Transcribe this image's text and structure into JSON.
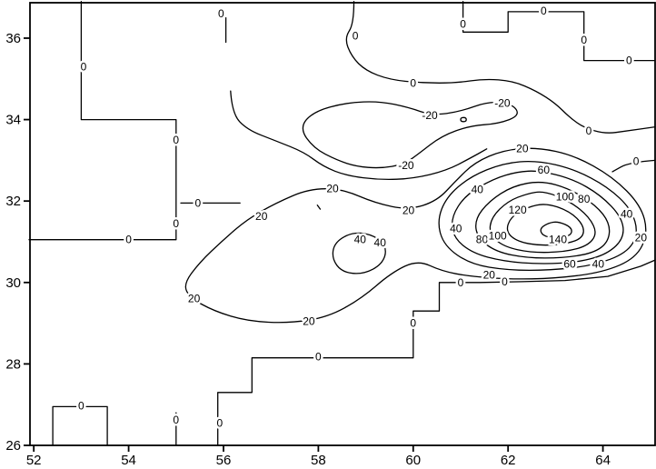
{
  "chart_data": {
    "type": "contour",
    "title": "",
    "xlabel": "",
    "ylabel": "",
    "x_ticks": [
      "52",
      "54",
      "56",
      "58",
      "60",
      "62",
      "64"
    ],
    "x_tick_values": [
      52,
      54,
      56,
      58,
      60,
      62,
      64
    ],
    "y_ticks": [
      "36",
      "34",
      "32",
      "30",
      "28",
      "26"
    ],
    "y_tick_values": [
      36,
      34,
      32,
      30,
      28,
      26
    ],
    "x_range": [
      51.92,
      65.1
    ],
    "y_range": [
      26,
      36.87
    ],
    "levels": [
      -20,
      0,
      20,
      40,
      60,
      80,
      100,
      120,
      140
    ],
    "contour_interval": 20,
    "peak_value": 140,
    "peak_location": [
      63.0,
      31.3
    ],
    "contours": [
      {
        "level": 0,
        "closed": false,
        "smooth": false,
        "points": [
          [
            53.0,
            36.9
          ],
          [
            53.0,
            34.0
          ],
          [
            55.0,
            34.0
          ],
          [
            55.0,
            31.05
          ],
          [
            51.9,
            31.05
          ]
        ]
      },
      {
        "level": 0,
        "closed": false,
        "smooth": false,
        "points": [
          [
            55.1,
            31.95
          ],
          [
            56.35,
            31.95
          ]
        ]
      },
      {
        "level": 0,
        "closed": false,
        "smooth": false,
        "points": [
          [
            56.05,
            36.5
          ],
          [
            56.05,
            35.9
          ]
        ]
      },
      {
        "level": 0,
        "closed": false,
        "smooth": true,
        "points": [
          [
            58.75,
            36.9
          ],
          [
            58.75,
            36.35
          ],
          [
            58.55,
            36.0
          ],
          [
            58.7,
            35.55
          ],
          [
            59.0,
            35.2
          ],
          [
            59.5,
            34.98
          ],
          [
            60.2,
            34.9
          ],
          [
            60.9,
            34.9
          ],
          [
            61.5,
            35.0
          ],
          [
            62.1,
            34.95
          ],
          [
            62.6,
            34.7
          ],
          [
            63.0,
            34.4
          ],
          [
            63.3,
            34.05
          ],
          [
            63.6,
            33.8
          ],
          [
            64.05,
            33.65
          ],
          [
            64.5,
            33.72
          ],
          [
            65.1,
            33.82
          ]
        ]
      },
      {
        "level": 0,
        "closed": false,
        "smooth": false,
        "points": [
          [
            61.05,
            36.9
          ],
          [
            61.05,
            36.15
          ],
          [
            62.0,
            36.15
          ],
          [
            62.0,
            36.65
          ],
          [
            63.6,
            36.65
          ],
          [
            63.6,
            35.45
          ],
          [
            65.1,
            35.45
          ]
        ]
      },
      {
        "level": 0,
        "closed": false,
        "smooth": true,
        "points": [
          [
            65.1,
            33.0
          ],
          [
            64.55,
            32.95
          ],
          [
            64.2,
            32.72
          ]
        ]
      },
      {
        "level": 0,
        "closed": false,
        "smooth": true,
        "points": [
          [
            56.15,
            34.7
          ],
          [
            56.18,
            34.15
          ],
          [
            56.5,
            33.75
          ],
          [
            57.1,
            33.48
          ],
          [
            57.7,
            33.2
          ],
          [
            58.1,
            32.85
          ],
          [
            58.6,
            32.62
          ],
          [
            59.3,
            32.52
          ],
          [
            60.0,
            32.55
          ],
          [
            60.7,
            32.75
          ],
          [
            61.2,
            33.05
          ],
          [
            61.55,
            33.28
          ]
        ]
      },
      {
        "level": 0,
        "closed": false,
        "smooth": false,
        "points": [
          [
            55.88,
            26.0
          ],
          [
            55.88,
            27.3
          ],
          [
            56.6,
            27.3
          ],
          [
            56.6,
            28.15
          ],
          [
            60.0,
            28.15
          ],
          [
            60.0,
            29.3
          ],
          [
            60.55,
            29.3
          ],
          [
            60.55,
            30.0
          ],
          [
            61.4,
            30.0
          ],
          [
            62.3,
            30.02
          ],
          [
            63.2,
            30.05
          ],
          [
            64.1,
            30.15
          ],
          [
            64.8,
            30.4
          ],
          [
            65.1,
            30.55
          ]
        ]
      },
      {
        "level": 0,
        "closed": false,
        "smooth": false,
        "points": [
          [
            52.4,
            26.0
          ],
          [
            52.4,
            26.95
          ],
          [
            53.55,
            26.95
          ],
          [
            53.55,
            26.0
          ]
        ]
      },
      {
        "level": 0,
        "closed": false,
        "smooth": false,
        "points": [
          [
            55.0,
            26.0
          ],
          [
            55.0,
            26.8
          ]
        ]
      },
      {
        "level": -20,
        "closed": true,
        "smooth": true,
        "points": [
          [
            58.4,
            33.0
          ],
          [
            57.9,
            33.3
          ],
          [
            57.6,
            33.8
          ],
          [
            57.9,
            34.2
          ],
          [
            58.6,
            34.42
          ],
          [
            59.3,
            34.45
          ],
          [
            59.9,
            34.3
          ],
          [
            60.4,
            34.1
          ],
          [
            61.0,
            34.2
          ],
          [
            61.6,
            34.45
          ],
          [
            62.1,
            34.38
          ],
          [
            62.25,
            34.1
          ],
          [
            61.8,
            33.9
          ],
          [
            61.2,
            33.85
          ],
          [
            60.6,
            33.6
          ],
          [
            60.1,
            33.15
          ],
          [
            59.8,
            32.9
          ],
          [
            59.3,
            32.8
          ],
          [
            58.8,
            32.85
          ]
        ]
      },
      {
        "level": -20,
        "closed": true,
        "smooth": true,
        "points": [
          [
            61.0,
            34.05
          ],
          [
            61.12,
            34.05
          ],
          [
            61.12,
            33.95
          ],
          [
            61.0,
            33.95
          ]
        ]
      },
      {
        "level": 20,
        "closed": true,
        "smooth": true,
        "points": [
          [
            56.5,
            31.55
          ],
          [
            57.1,
            31.95
          ],
          [
            57.8,
            32.3
          ],
          [
            58.5,
            32.3
          ],
          [
            59.2,
            31.95
          ],
          [
            59.9,
            31.78
          ],
          [
            60.5,
            32.0
          ],
          [
            60.9,
            32.5
          ],
          [
            61.3,
            32.95
          ],
          [
            61.9,
            33.25
          ],
          [
            62.6,
            33.32
          ],
          [
            63.4,
            33.12
          ],
          [
            64.2,
            32.6
          ],
          [
            64.8,
            31.9
          ],
          [
            64.95,
            31.2
          ],
          [
            64.7,
            30.6
          ],
          [
            64.0,
            30.25
          ],
          [
            63.0,
            30.1
          ],
          [
            62.0,
            30.08
          ],
          [
            61.2,
            30.15
          ],
          [
            60.6,
            30.28
          ],
          [
            60.1,
            30.55
          ],
          [
            59.55,
            30.25
          ],
          [
            58.9,
            29.6
          ],
          [
            58.2,
            29.15
          ],
          [
            57.4,
            29.0
          ],
          [
            56.5,
            29.05
          ],
          [
            55.8,
            29.3
          ],
          [
            55.3,
            29.62
          ],
          [
            55.15,
            29.95
          ],
          [
            55.5,
            30.5
          ],
          [
            56.0,
            31.05
          ]
        ]
      },
      {
        "level": 20,
        "closed": false,
        "smooth": false,
        "points": [
          [
            57.98,
            31.9
          ],
          [
            58.04,
            31.8
          ]
        ]
      },
      {
        "level": 40,
        "closed": true,
        "smooth": true,
        "points": [
          [
            58.75,
            31.25
          ],
          [
            59.2,
            31.15
          ],
          [
            59.45,
            30.85
          ],
          [
            59.35,
            30.45
          ],
          [
            58.95,
            30.2
          ],
          [
            58.5,
            30.25
          ],
          [
            58.28,
            30.6
          ],
          [
            58.35,
            31.0
          ]
        ]
      },
      {
        "level": 40,
        "closed": true,
        "smooth": true,
        "points": [
          [
            62.6,
            33.0
          ],
          [
            63.4,
            32.78
          ],
          [
            64.1,
            32.35
          ],
          [
            64.6,
            31.8
          ],
          [
            64.75,
            31.2
          ],
          [
            64.5,
            30.72
          ],
          [
            63.8,
            30.42
          ],
          [
            62.9,
            30.3
          ],
          [
            62.0,
            30.3
          ],
          [
            61.2,
            30.45
          ],
          [
            60.65,
            30.9
          ],
          [
            60.5,
            31.5
          ],
          [
            60.7,
            32.1
          ],
          [
            61.2,
            32.6
          ],
          [
            61.9,
            32.93
          ]
        ]
      },
      {
        "level": 60,
        "closed": true,
        "smooth": true,
        "points": [
          [
            62.65,
            32.75
          ],
          [
            63.35,
            32.55
          ],
          [
            63.95,
            32.15
          ],
          [
            64.4,
            31.6
          ],
          [
            64.45,
            31.1
          ],
          [
            64.1,
            30.7
          ],
          [
            63.5,
            30.5
          ],
          [
            62.7,
            30.45
          ],
          [
            61.9,
            30.52
          ],
          [
            61.25,
            30.72
          ],
          [
            60.85,
            31.1
          ],
          [
            60.8,
            31.6
          ],
          [
            61.1,
            32.15
          ],
          [
            61.7,
            32.55
          ],
          [
            62.2,
            32.72
          ]
        ]
      },
      {
        "level": 80,
        "closed": true,
        "smooth": true,
        "points": [
          [
            62.7,
            32.5
          ],
          [
            63.3,
            32.3
          ],
          [
            63.85,
            31.9
          ],
          [
            64.15,
            31.45
          ],
          [
            64.12,
            31.0
          ],
          [
            63.8,
            30.72
          ],
          [
            63.15,
            30.6
          ],
          [
            62.4,
            30.6
          ],
          [
            61.75,
            30.75
          ],
          [
            61.35,
            31.1
          ],
          [
            61.3,
            31.55
          ],
          [
            61.6,
            32.0
          ],
          [
            62.1,
            32.37
          ]
        ]
      },
      {
        "level": 100,
        "closed": true,
        "smooth": true,
        "points": [
          [
            62.75,
            32.25
          ],
          [
            63.3,
            32.0
          ],
          [
            63.72,
            31.6
          ],
          [
            63.88,
            31.2
          ],
          [
            63.68,
            30.9
          ],
          [
            63.2,
            30.75
          ],
          [
            62.5,
            30.73
          ],
          [
            61.9,
            30.88
          ],
          [
            61.6,
            31.2
          ],
          [
            61.65,
            31.6
          ],
          [
            62.0,
            32.0
          ],
          [
            62.4,
            32.18
          ]
        ]
      },
      {
        "level": 120,
        "closed": true,
        "smooth": true,
        "points": [
          [
            62.8,
            31.95
          ],
          [
            63.3,
            31.75
          ],
          [
            63.6,
            31.4
          ],
          [
            63.58,
            31.1
          ],
          [
            63.25,
            30.95
          ],
          [
            62.7,
            30.9
          ],
          [
            62.2,
            31.0
          ],
          [
            61.95,
            31.25
          ],
          [
            62.05,
            31.6
          ],
          [
            62.4,
            31.85
          ]
        ]
      },
      {
        "level": 140,
        "closed": true,
        "smooth": true,
        "points": [
          [
            63.05,
            31.5
          ],
          [
            63.35,
            31.35
          ],
          [
            63.33,
            31.15
          ],
          [
            63.0,
            31.08
          ],
          [
            62.72,
            31.15
          ],
          [
            62.67,
            31.33
          ],
          [
            62.85,
            31.46
          ]
        ]
      }
    ],
    "labels": [
      {
        "text": "0",
        "x": 53.05,
        "y": 35.3
      },
      {
        "text": "0",
        "x": 55.0,
        "y": 33.5
      },
      {
        "text": "0",
        "x": 55.0,
        "y": 31.45
      },
      {
        "text": "0",
        "x": 54.0,
        "y": 31.05
      },
      {
        "text": "0",
        "x": 55.46,
        "y": 31.95
      },
      {
        "text": "0",
        "x": 55.95,
        "y": 36.6
      },
      {
        "text": "0",
        "x": 58.78,
        "y": 36.05
      },
      {
        "text": "0",
        "x": 60.0,
        "y": 34.9
      },
      {
        "text": "0",
        "x": 61.05,
        "y": 36.35
      },
      {
        "text": "0",
        "x": 62.75,
        "y": 36.67
      },
      {
        "text": "0",
        "x": 63.6,
        "y": 35.95
      },
      {
        "text": "0",
        "x": 64.55,
        "y": 35.45
      },
      {
        "text": "0",
        "x": 63.7,
        "y": 33.72
      },
      {
        "text": "0",
        "x": 64.7,
        "y": 32.97
      },
      {
        "text": "0",
        "x": 53.0,
        "y": 26.97
      },
      {
        "text": "0",
        "x": 55.0,
        "y": 26.62
      },
      {
        "text": "0",
        "x": 55.92,
        "y": 26.55
      },
      {
        "text": "0",
        "x": 58.0,
        "y": 28.18
      },
      {
        "text": "0",
        "x": 60.0,
        "y": 29.0
      },
      {
        "text": "0",
        "x": 61.0,
        "y": 30.0
      },
      {
        "text": "0",
        "x": 61.93,
        "y": 30.02
      },
      {
        "text": "-20",
        "x": 60.35,
        "y": 34.1
      },
      {
        "text": "-20",
        "x": 61.88,
        "y": 34.4
      },
      {
        "text": "-20",
        "x": 59.85,
        "y": 32.88
      },
      {
        "text": "20",
        "x": 56.8,
        "y": 31.62
      },
      {
        "text": "20",
        "x": 58.3,
        "y": 32.3
      },
      {
        "text": "20",
        "x": 59.9,
        "y": 31.77
      },
      {
        "text": "20",
        "x": 55.38,
        "y": 29.6
      },
      {
        "text": "20",
        "x": 57.8,
        "y": 29.05
      },
      {
        "text": "20",
        "x": 62.3,
        "y": 33.29
      },
      {
        "text": "20",
        "x": 64.8,
        "y": 31.1
      },
      {
        "text": "20",
        "x": 61.6,
        "y": 30.18
      },
      {
        "text": "40",
        "x": 58.88,
        "y": 31.05
      },
      {
        "text": "40",
        "x": 59.3,
        "y": 30.98
      },
      {
        "text": "40",
        "x": 61.35,
        "y": 32.28
      },
      {
        "text": "40",
        "x": 60.9,
        "y": 31.32
      },
      {
        "text": "40",
        "x": 63.9,
        "y": 30.45
      },
      {
        "text": "40",
        "x": 64.5,
        "y": 31.68
      },
      {
        "text": "60",
        "x": 62.75,
        "y": 32.76
      },
      {
        "text": "60",
        "x": 63.3,
        "y": 30.45
      },
      {
        "text": "80",
        "x": 61.45,
        "y": 31.05
      },
      {
        "text": "80",
        "x": 63.6,
        "y": 32.05
      },
      {
        "text": "100",
        "x": 61.78,
        "y": 31.15
      },
      {
        "text": "100",
        "x": 63.2,
        "y": 32.1
      },
      {
        "text": "120",
        "x": 62.2,
        "y": 31.78
      },
      {
        "text": "140",
        "x": 63.05,
        "y": 31.06
      }
    ],
    "line_color": "#000000",
    "background_color": "#ffffff",
    "grid": false,
    "legend": false
  }
}
